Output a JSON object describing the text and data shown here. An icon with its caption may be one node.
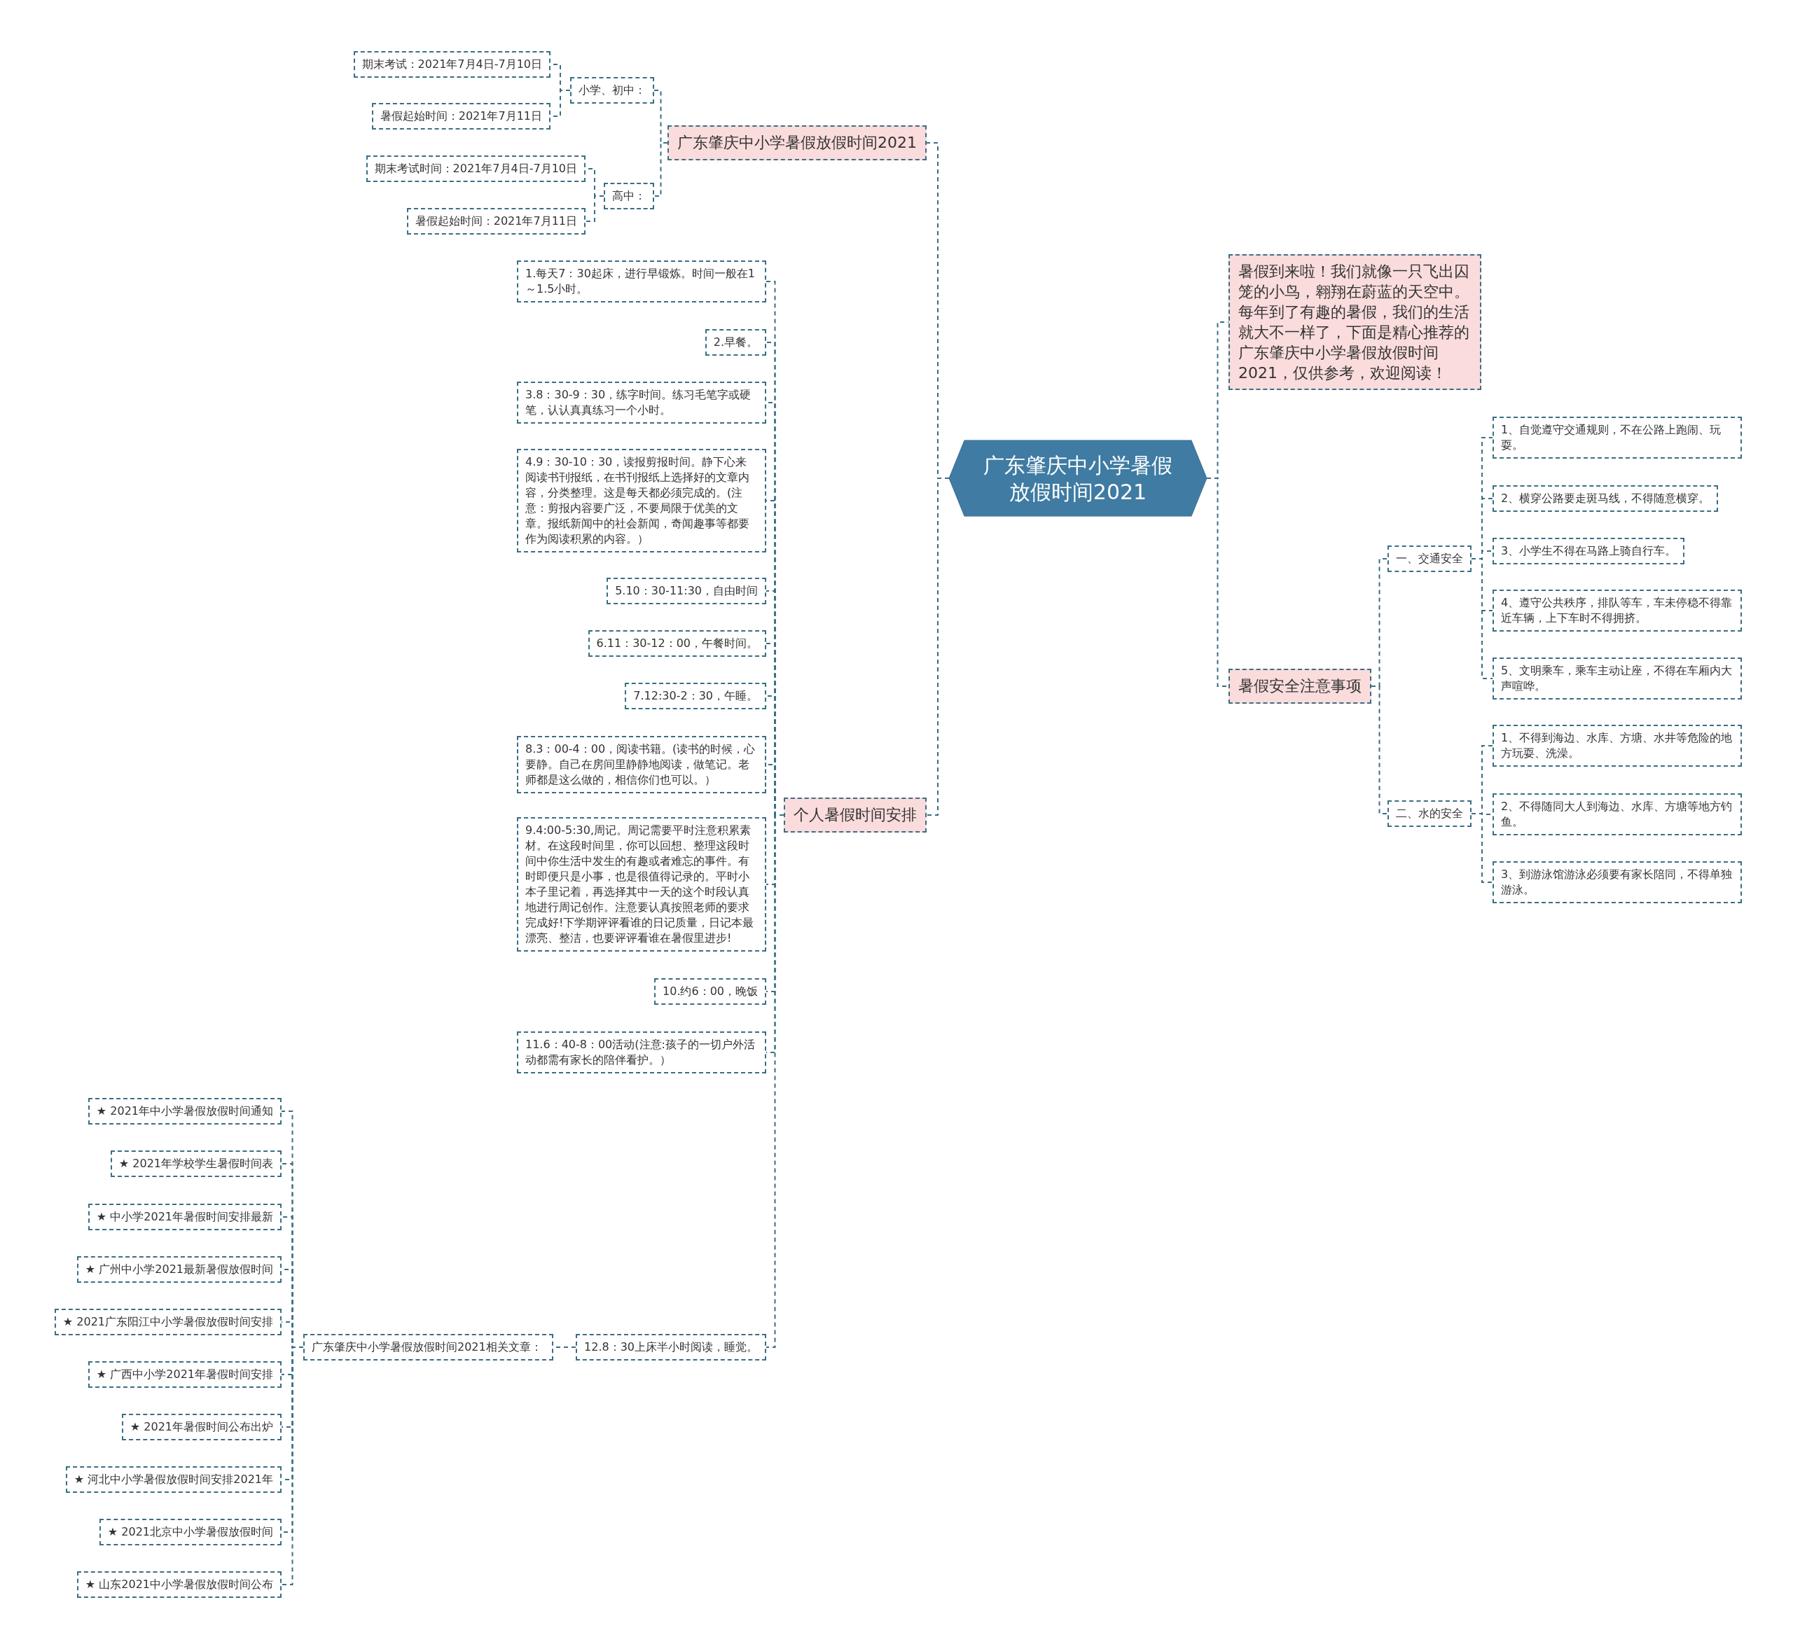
{
  "diagram": {
    "nodes": [
      {
        "text": [
          "广东肇庆中小学暑假放假时间2021"
        ]
      },
      {
        "text": [
          "广东肇庆中小学暑假放假时间2021"
        ]
      },
      {
        "text": [
          "小学、初中："
        ]
      },
      {
        "text": [
          "期末考试：2021年7月4日-7月10日"
        ]
      },
      {
        "text": [
          "暑假起始时间：2021年7月11日"
        ]
      },
      {
        "text": [
          "高中："
        ]
      },
      {
        "text": [
          "期末考试时间：2021年7月4日-7月10日"
        ]
      },
      {
        "text": [
          "暑假起始时间：2021年7月11日"
        ]
      },
      {
        "text": [
          "个人暑假时间安排"
        ]
      },
      {
        "text": [
          "1.每天7：30起床，进行早锻炼。时间一般在1～1.5小时。"
        ]
      },
      {
        "text": [
          "2.早餐。"
        ]
      },
      {
        "text": [
          "3.8：30-9：30，练字时间。练习毛笔字或硬笔，认认真真练习一个小时。"
        ]
      },
      {
        "text": [
          "4.9：30-10：30，读报剪报时间。静下心来阅读书刊报纸，在书刊报纸上选择好的文章内容，分类整理。这是每天都必须完成的。(注意：剪报内容要广泛，不要局限于优美的文章。报纸新闻中的社会新闻，奇闻趣事等都要作为阅读积累的内容。）"
        ]
      },
      {
        "text": [
          "5.10：30-11:30，自由时间"
        ]
      },
      {
        "text": [
          "6.11：30-12：00，午餐时间。"
        ]
      },
      {
        "text": [
          "7.12:30-2：30，午睡。"
        ]
      },
      {
        "text": [
          "8.3：00-4：00，阅读书籍。(读书的时候，心要静。自己在房间里静静地阅读，做笔记。老师都是这么做的，相信你们也可以。）"
        ]
      },
      {
        "text": [
          "9.4:00-5:30,周记。周记需要平时注意积累素材。在这段时间里，你可以回想、整理这段时间中你生活中发生的有趣或者难忘的事件。有时即便只是小事，也是很值得记录的。平时小本子里记着，再选择其中一天的这个时段认真地进行周记创作。注意要认真按照老师的要求完成好!下学期评评看谁的日记质量，日记本最漂亮、整洁，也要评评看谁在暑假里进步!"
        ]
      },
      {
        "text": [
          "10.约6：00，晚饭"
        ]
      },
      {
        "text": [
          "11.6：40-8：00活动(注意:孩子的一切户外活动都需有家长的陪伴看护。）"
        ]
      },
      {
        "text": [
          "12.8：30上床半小时阅读，睡觉。"
        ]
      },
      {
        "text": [
          "广东肇庆中小学暑假放假时间2021相关文章："
        ]
      },
      {
        "text": [
          "★ 2021年中小学暑假放假时间通知"
        ]
      },
      {
        "text": [
          "★ 2021年学校学生暑假时间表"
        ]
      },
      {
        "text": [
          "★ 中小学2021年暑假时间安排最新"
        ]
      },
      {
        "text": [
          "★ 广州中小学2021最新暑假放假时间"
        ]
      },
      {
        "text": [
          "★ 2021广东阳江中小学暑假放假时间安排"
        ]
      },
      {
        "text": [
          "★ 广西中小学2021年暑假时间安排"
        ]
      },
      {
        "text": [
          "★ 2021年暑假时间公布出炉"
        ]
      },
      {
        "text": [
          "★ 河北中小学暑假放假时间安排2021年"
        ]
      },
      {
        "text": [
          "★ 2021北京中小学暑假放假时间"
        ]
      },
      {
        "text": [
          "★ 山东2021中小学暑假放假时间公布"
        ]
      },
      {
        "text": [
          "暑假到来啦！我们就像一只飞出囚笼的小鸟，翱翔在蔚蓝的天空中。每年到了有趣的暑假，我们的生活就大不一样了，下面是精心推荐的广东肇庆中小学暑假放假时间2021，仅供参考，欢迎阅读！"
        ]
      },
      {
        "text": [
          "暑假安全注意事项"
        ]
      },
      {
        "text": [
          "一、交通安全"
        ]
      },
      {
        "text": [
          "1、自觉遵守交通规则，不在公路上跑闹、玩耍。"
        ]
      },
      {
        "text": [
          "2、横穿公路要走斑马线，不得随意横穿。"
        ]
      },
      {
        "text": [
          "3、小学生不得在马路上骑自行车。"
        ]
      },
      {
        "text": [
          "4、遵守公共秩序，排队等车，车未停稳不得靠近车辆，上下车时不得拥挤。"
        ]
      },
      {
        "text": [
          "5、文明乘车，乘车主动让座，不得在车厢内大声喧哗。"
        ]
      },
      {
        "text": [
          "二、水的安全"
        ]
      },
      {
        "text": [
          "1、不得到海边、水库、方塘、水井等危险的地方玩耍、洗澡。"
        ]
      },
      {
        "text": [
          "2、不得随同大人到海边、水库、方塘等地方钓鱼。"
        ]
      },
      {
        "text": [
          "3、到游泳馆游泳必须要有家长陪同，不得单独游泳。"
        ]
      }
    ],
    "edges": [
      {
        "from": 0,
        "to": 1,
        "arrow": "none"
      },
      {
        "from": 0,
        "to": 8,
        "arrow": "none"
      },
      {
        "from": 0,
        "to": 32,
        "arrow": "none"
      },
      {
        "from": 0,
        "to": 33,
        "arrow": "none"
      },
      {
        "from": 1,
        "to": 2,
        "arrow": "none"
      },
      {
        "from": 1,
        "to": 5,
        "arrow": "none"
      },
      {
        "from": 2,
        "to": 3,
        "arrow": "none"
      },
      {
        "from": 2,
        "to": 4,
        "arrow": "none"
      },
      {
        "from": 5,
        "to": 6,
        "arrow": "none"
      },
      {
        "from": 5,
        "to": 7,
        "arrow": "none"
      },
      {
        "from": 8,
        "to": 9,
        "arrow": "none"
      },
      {
        "from": 8,
        "to": 10,
        "arrow": "none"
      },
      {
        "from": 8,
        "to": 11,
        "arrow": "none"
      },
      {
        "from": 8,
        "to": 12,
        "arrow": "none"
      },
      {
        "from": 8,
        "to": 13,
        "arrow": "none"
      },
      {
        "from": 8,
        "to": 14,
        "arrow": "none"
      },
      {
        "from": 8,
        "to": 15,
        "arrow": "none"
      },
      {
        "from": 8,
        "to": 16,
        "arrow": "none"
      },
      {
        "from": 8,
        "to": 17,
        "arrow": "none"
      },
      {
        "from": 8,
        "to": 18,
        "arrow": "none"
      },
      {
        "from": 8,
        "to": 19,
        "arrow": "none"
      },
      {
        "from": 8,
        "to": 20,
        "arrow": "none"
      },
      {
        "from": 20,
        "to": 21,
        "arrow": "none"
      },
      {
        "from": 21,
        "to": 22,
        "arrow": "none"
      },
      {
        "from": 21,
        "to": 23,
        "arrow": "none"
      },
      {
        "from": 21,
        "to": 24,
        "arrow": "none"
      },
      {
        "from": 21,
        "to": 25,
        "arrow": "none"
      },
      {
        "from": 21,
        "to": 26,
        "arrow": "none"
      },
      {
        "from": 21,
        "to": 27,
        "arrow": "none"
      },
      {
        "from": 21,
        "to": 28,
        "arrow": "none"
      },
      {
        "from": 21,
        "to": 29,
        "arrow": "none"
      },
      {
        "from": 21,
        "to": 30,
        "arrow": "none"
      },
      {
        "from": 21,
        "to": 31,
        "arrow": "none"
      },
      {
        "from": 33,
        "to": 34,
        "arrow": "none"
      },
      {
        "from": 33,
        "to": 40,
        "arrow": "none"
      },
      {
        "from": 34,
        "to": 35,
        "arrow": "none"
      },
      {
        "from": 34,
        "to": 36,
        "arrow": "none"
      },
      {
        "from": 34,
        "to": 37,
        "arrow": "none"
      },
      {
        "from": 34,
        "to": 38,
        "arrow": "none"
      },
      {
        "from": 34,
        "to": 39,
        "arrow": "none"
      },
      {
        "from": 40,
        "to": 41,
        "arrow": "none"
      },
      {
        "from": 40,
        "to": 42,
        "arrow": "none"
      },
      {
        "from": 40,
        "to": 43,
        "arrow": "none"
      }
    ]
  }
}
